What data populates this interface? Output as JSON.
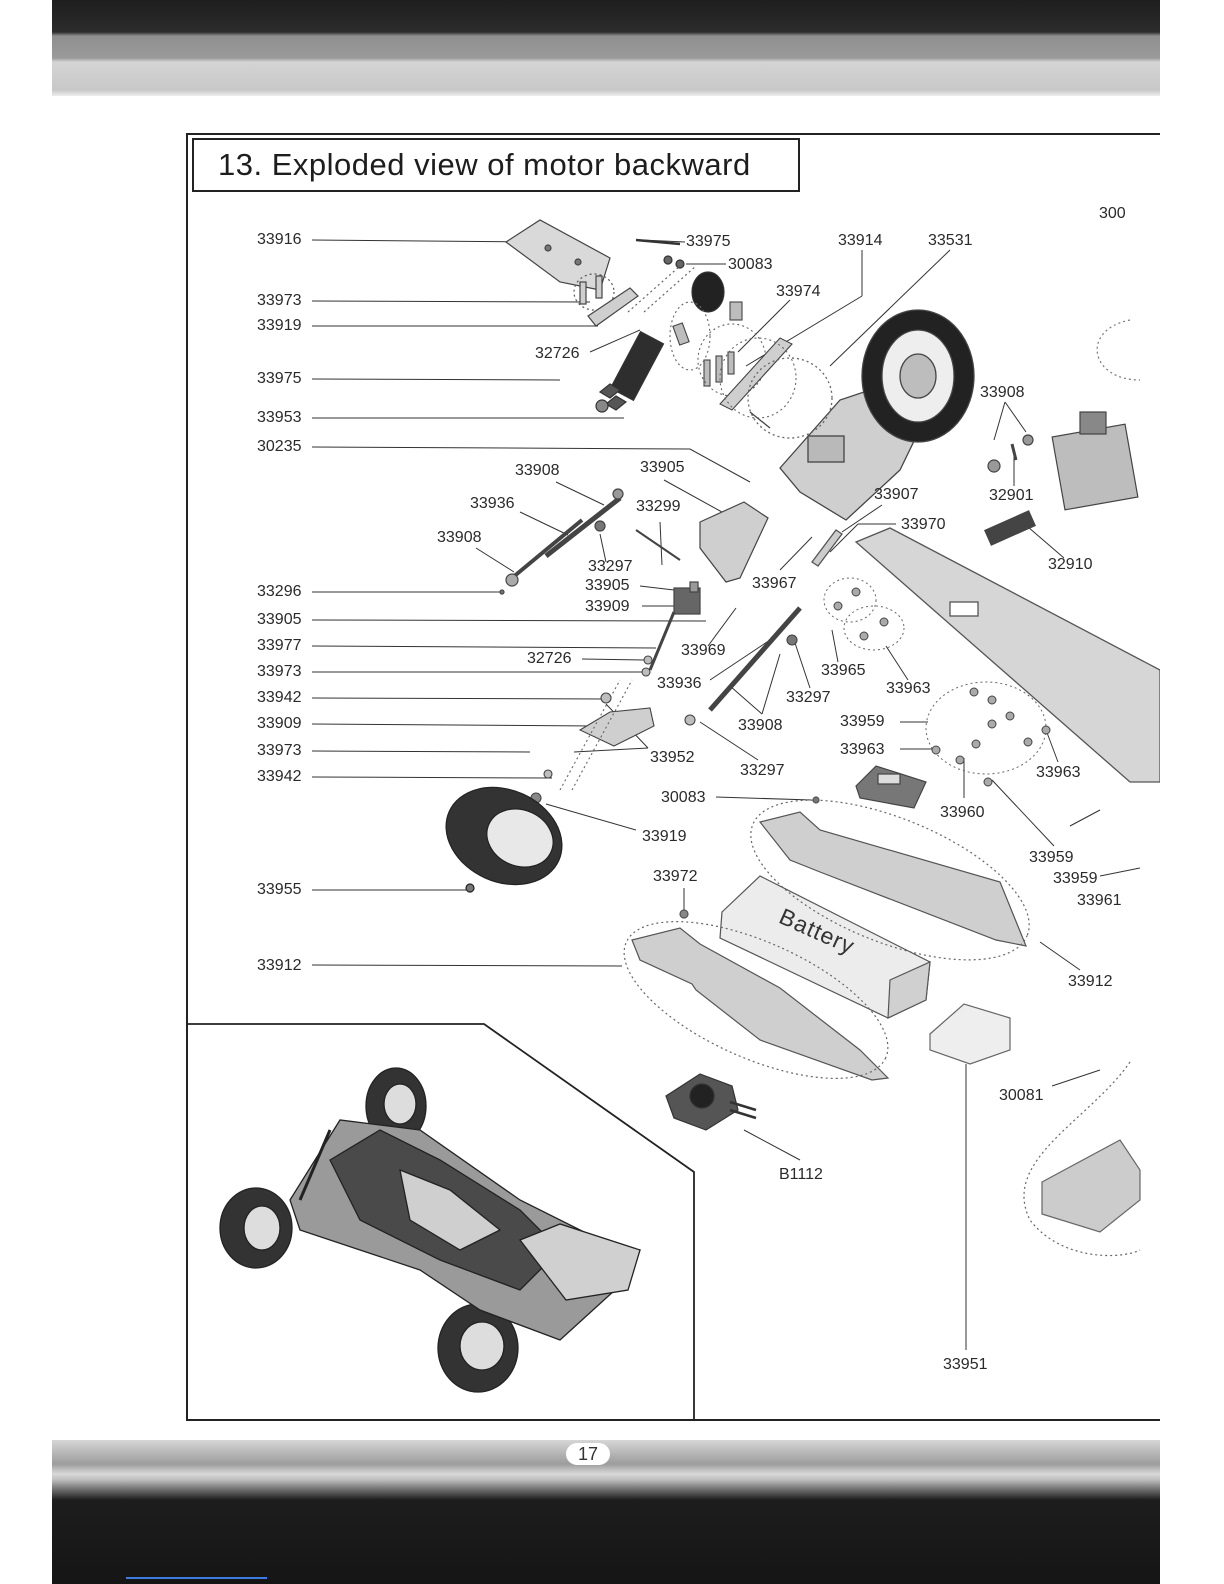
{
  "title": "13. Exploded view of motor backward",
  "page_number": "17",
  "battery_label": "Battery",
  "left_labels": [
    "33916",
    "33973",
    "33919",
    "33975",
    "33953",
    "30235",
    "33296",
    "33905",
    "33977",
    "33973",
    "33942",
    "33909",
    "33973",
    "33942",
    "33955",
    "33912"
  ],
  "part_labels": {
    "p33975_top": "33975",
    "p30083_top": "30083",
    "p33914": "33914",
    "p33531": "33531",
    "p33974": "33974",
    "p32726_a": "32726",
    "p33908_r": "33908",
    "p32901": "32901",
    "p32910": "32910",
    "p33908_a": "33908",
    "p33905_a": "33905",
    "p33936_a": "33936",
    "p33299": "33299",
    "p33907": "33907",
    "p33970": "33970",
    "p33908_b": "33908",
    "p33297_a": "33297",
    "p33905_b": "33905",
    "p33909_b": "33909",
    "p33967": "33967",
    "p32726_b": "32726",
    "p33969": "33969",
    "p33965": "33965",
    "p33963_a": "33963",
    "p33936_b": "33936",
    "p33297_b": "33297",
    "p33908_c": "33908",
    "p33959_a": "33959",
    "p33963_b": "33963",
    "p33963_c": "33963",
    "p33952": "33952",
    "p33297_c": "33297",
    "p30083_b": "30083",
    "p33960": "33960",
    "p33919_b": "33919",
    "p33959_b": "33959",
    "p33959_c": "33959",
    "p33961": "33961",
    "p33972": "33972",
    "p33912_r": "33912",
    "p30081": "30081",
    "pB1112": "B1112",
    "p33951": "33951",
    "p300_cut": "300"
  }
}
